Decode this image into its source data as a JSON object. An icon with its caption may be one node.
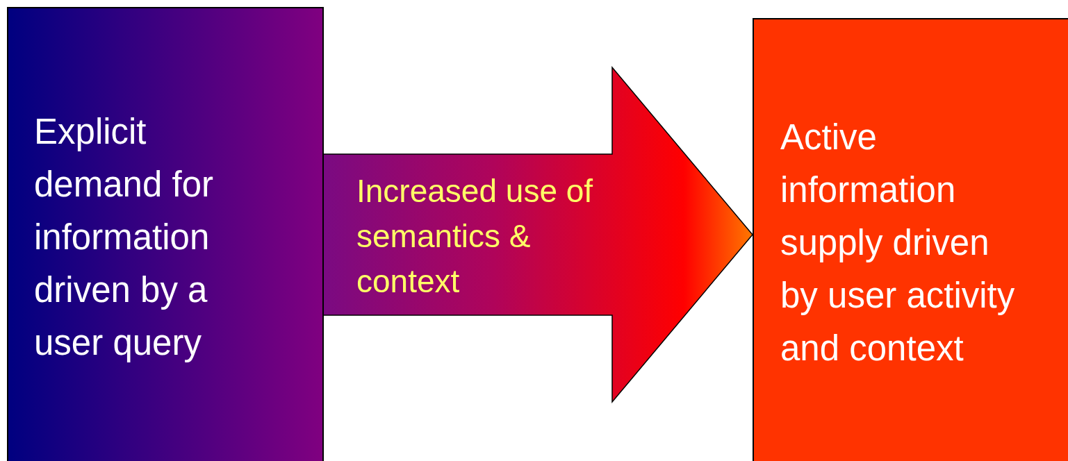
{
  "diagram": {
    "nodes": [
      {
        "text": [
          "Explicit demand for information driven by a user query"
        ]
      },
      {
        "text": [
          "Active information supply driven by user activity and context"
        ]
      }
    ],
    "edges": [
      {
        "from": 0,
        "to": 1,
        "arrow": "to",
        "label": "Increased use of semantics & context"
      }
    ]
  }
}
